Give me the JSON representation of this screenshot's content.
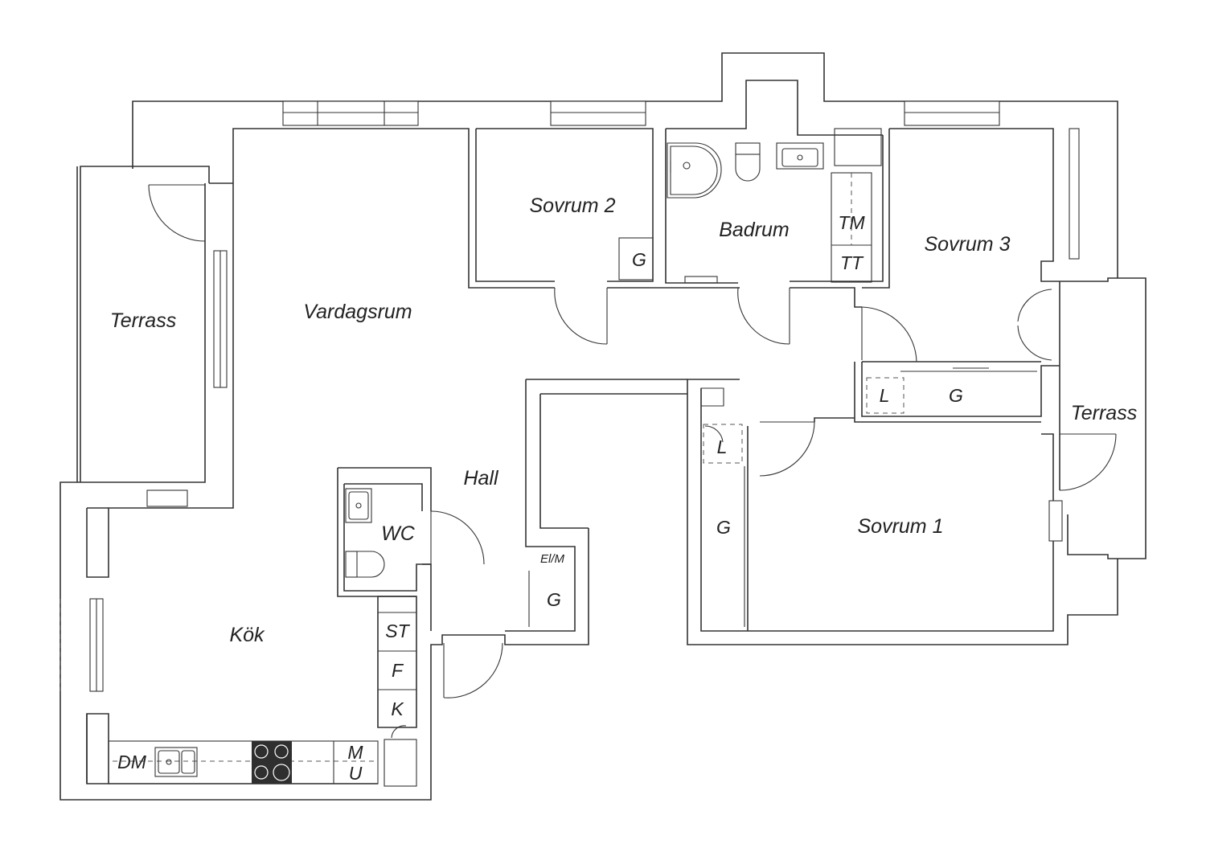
{
  "rooms": {
    "terrass_west": "Terrass",
    "vardagsrum": "Vardagsrum",
    "sovrum2": "Sovrum 2",
    "badrum": "Badrum",
    "sovrum3": "Sovrum 3",
    "terrass_east": "Terrass",
    "hall": "Hall",
    "wc": "WC",
    "kok": "Kök",
    "sovrum1": "Sovrum 1"
  },
  "fixtures": {
    "g_sovrum2": "G",
    "tm": "TM",
    "tt": "TT",
    "l_sovrum3": "L",
    "g_sovrum3": "G",
    "l_sovrum1": "L",
    "g_sovrum1": "G",
    "el_m": "El/M",
    "g_hall": "G",
    "st": "ST",
    "f": "F",
    "k": "K",
    "dm": "DM",
    "m": "M",
    "u": "U"
  },
  "icons": [
    "door-swing-icon",
    "window-icon",
    "sink-icon",
    "toilet-icon",
    "shower-icon",
    "stove-icon"
  ],
  "colors": {
    "line": "#333333",
    "background": "#ffffff",
    "stove": "#2f2f2f"
  }
}
